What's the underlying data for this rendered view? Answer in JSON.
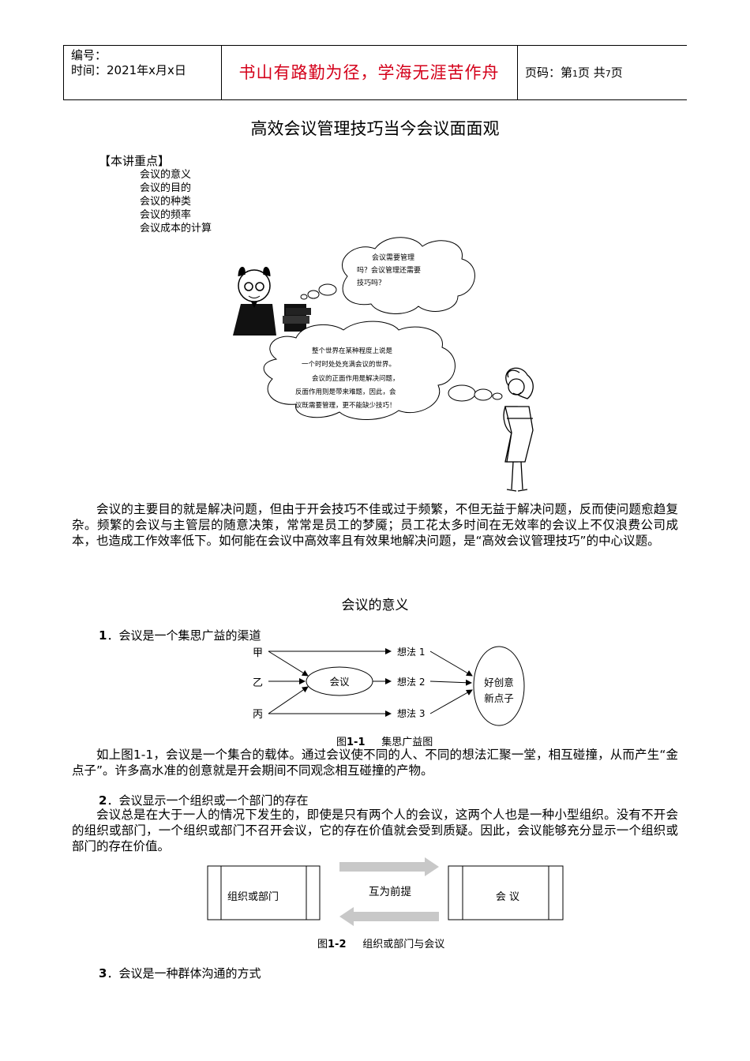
{
  "header": {
    "number_label": "编号：",
    "time_label": "时间：2021年x月x日",
    "motto": "书山有路勤为径，学海无涯苦作舟",
    "page_prefix": "页码：第",
    "page_num": "1",
    "page_mid": "页 共",
    "page_total": "7",
    "page_suffix": "页"
  },
  "title": "高效会议管理技巧当今会议面面观",
  "key_points": {
    "heading": "【本讲重点】",
    "items": [
      "会议的意义",
      "会议的目的",
      "会议的种类",
      "会议的频率",
      "会议成本的计算"
    ]
  },
  "cartoon": {
    "bubble1": [
      "会议需要管理",
      "吗？会议管理还需要",
      "技巧吗？"
    ],
    "bubble2": [
      "整个世界在某种程度上说是",
      "一个时时处处充满会议的世界。",
      "会议的正面作用是解决问题，",
      "反面作用则是带来难题，因此，会",
      "议既需要管理，更不能缺少技巧！"
    ]
  },
  "intro": "会议的主要目的就是解决问题，但由于开会技巧不佳或过于频繁，不但无益于解决问题，反而使问题愈趋复杂。频繁的会议与主管层的随意决策，常常是员工的梦魇；员工花太多时间在无效率的会议上不仅浪费公司成本，也造成工作效率低下。如何能在会议中高效率且有效果地解决问题，是“高效会议管理技巧”的中心议题。",
  "section1": "会议的意义",
  "point1": {
    "num": "1",
    "text": "．会议是一个集思广益的渠道"
  },
  "fig1": {
    "people": [
      "甲",
      "乙",
      "丙"
    ],
    "center": "会议",
    "ideas": [
      "想法 1",
      "想法 2",
      "想法 3"
    ],
    "result": [
      "好创意",
      "新点子"
    ],
    "caption_prefix": "图",
    "caption_num": "1-1",
    "caption_text": "集思广益图"
  },
  "fig1_desc": "如上图1-1，会议是一个集合的载体。通过会议使不同的人、不同的想法汇聚一堂，相互碰撞，从而产生“金点子”。许多高水准的创意就是开会期间不同观念相互碰撞的产物。",
  "point2": {
    "num": "2",
    "text": "．会议显示一个组织或一个部门的存在"
  },
  "point2_desc": "会议总是在大于一人的情况下发生的，即使是只有两个人的会议，这两个人也是一种小型组织。没有不开会的组织或部门，一个组织或部门不召开会议，它的存在价值就会受到质疑。因此，会议能够充分显示一个组织或部门的存在价值。",
  "fig2": {
    "left_box": "组织或部门",
    "right_box": "会  议",
    "middle": "互为前提",
    "caption_prefix": "图",
    "caption_num": "1-2",
    "caption_text": "组织或部门与会议"
  },
  "point3": {
    "num": "3",
    "text": "．会议是一种群体沟通的方式"
  }
}
